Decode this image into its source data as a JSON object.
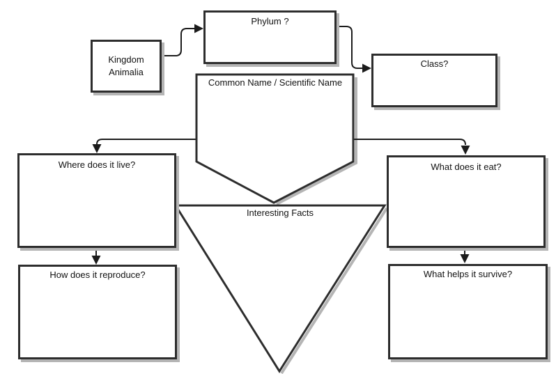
{
  "colors": {
    "background": "#ffffff",
    "shape_border": "#2d2d2d",
    "connector_line": "#1b1b1b",
    "drop_shadow": "#b5b5b5",
    "text": "#111111"
  },
  "nodes": {
    "kingdom": {
      "label": "Kingdom Animalia"
    },
    "phylum": {
      "label": "Phylum ?"
    },
    "class": {
      "label": "Class?"
    },
    "common_name": {
      "label": "Common Name / Scientific Name"
    },
    "where_live": {
      "label": "Where does it live?"
    },
    "what_eat": {
      "label": "What does it eat?"
    },
    "interesting_facts": {
      "label": "Interesting Facts"
    },
    "reproduce": {
      "label": "How does it reproduce?"
    },
    "survive": {
      "label": "What helps it survive?"
    }
  }
}
